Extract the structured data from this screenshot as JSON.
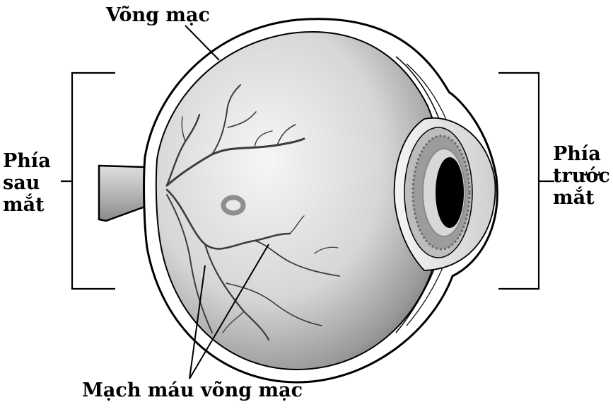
{
  "labels": {
    "retina": "Võng mạc",
    "vessels": "Mạch máu võng mạc",
    "back_of_eye": [
      "Phía",
      "sau",
      "mắt"
    ],
    "front_of_eye": [
      "Phía",
      "trước",
      "mắt"
    ]
  },
  "colors": {
    "outline": "#000000",
    "background": "#ffffff",
    "eye_light": "#f2f2f2",
    "eye_dark": "#6e6e6e"
  }
}
